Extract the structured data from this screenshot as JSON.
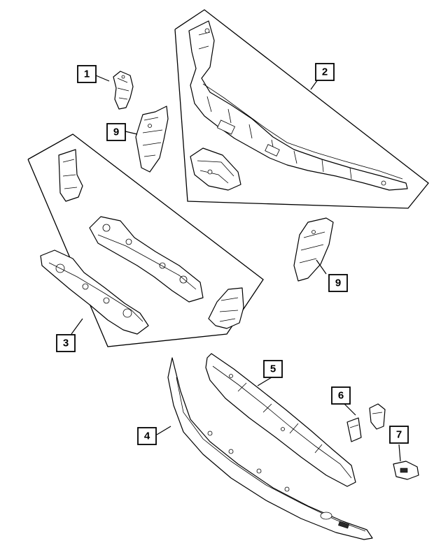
{
  "callouts": {
    "c1": "1",
    "c2": "2",
    "c3": "3",
    "c4": "4",
    "c5": "5",
    "c6": "6",
    "c7": "7",
    "c9a": "9",
    "c9b": "9"
  },
  "colors": {
    "line": "#000000",
    "background": "#ffffff"
  }
}
